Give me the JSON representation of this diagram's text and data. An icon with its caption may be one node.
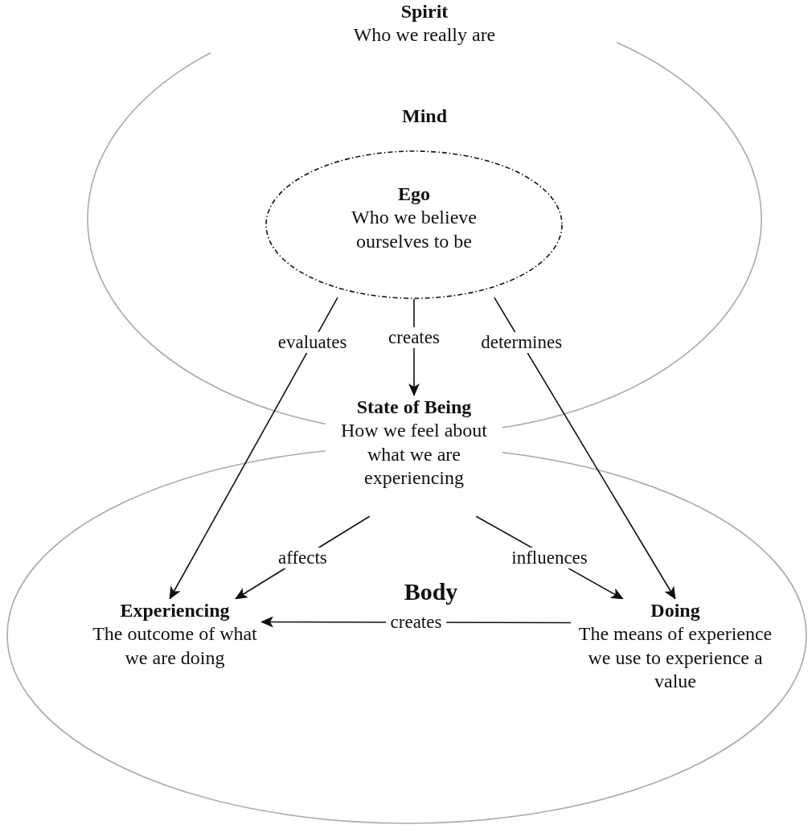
{
  "diagram": {
    "nodes": [
      {
        "text": [
          "Mind"
        ],
        "beside": [
          "Spirit",
          "Who we really are"
        ]
      },
      {
        "text": [
          "Ego",
          "Who we believe ourselves to be"
        ],
        "in": 0
      },
      {
        "text": [
          "State of Being",
          "How we feel about what we are experiencing"
        ]
      },
      {
        "text": [
          "Body"
        ]
      },
      {
        "text": [
          "Experiencing",
          "The outcome of what we are doing"
        ],
        "in": 3
      },
      {
        "text": [
          "Doing",
          "The means of experience we use to experience a value"
        ],
        "in": 3
      }
    ],
    "edges": [
      {
        "from": 1,
        "to": 4,
        "label": "evaluates",
        "arrow": "to"
      },
      {
        "from": 1,
        "to": 2,
        "label": "creates",
        "arrow": "to"
      },
      {
        "from": 1,
        "to": 5,
        "label": "determines",
        "arrow": "to"
      },
      {
        "from": 2,
        "to": 4,
        "label": "affects",
        "arrow": "to"
      },
      {
        "from": 2,
        "to": 5,
        "label": "influences",
        "arrow": "to"
      },
      {
        "from": 5,
        "to": 4,
        "label": "creates",
        "arrow": "to"
      }
    ]
  }
}
